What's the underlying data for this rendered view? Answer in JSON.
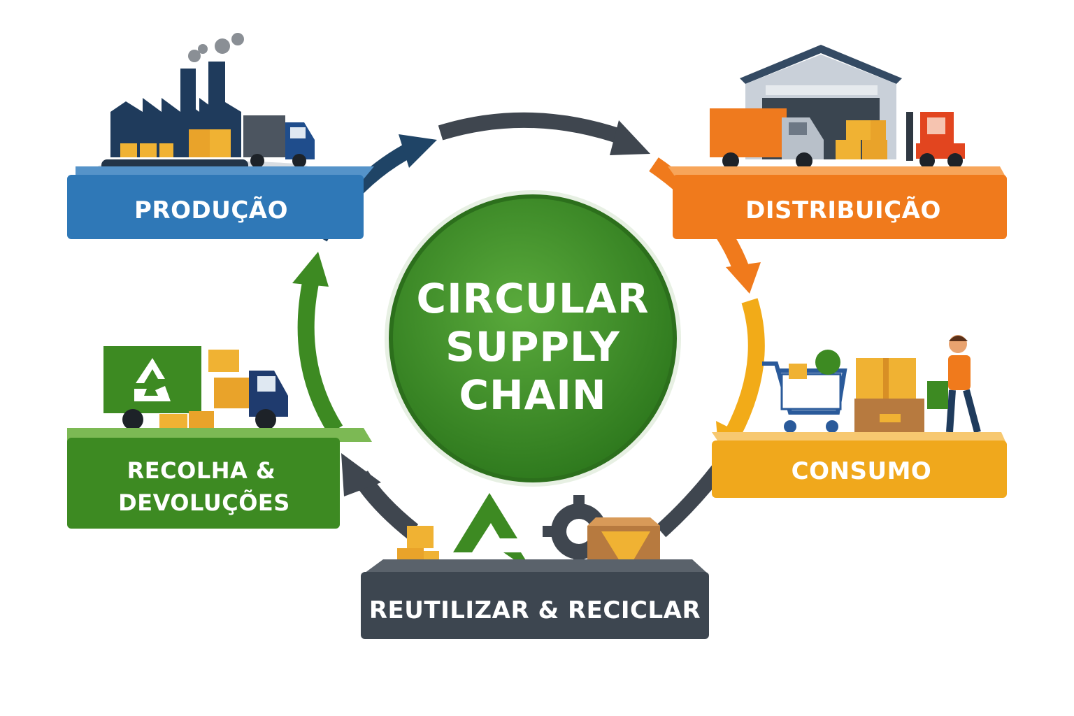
{
  "center": {
    "line1": "CIRCULAR",
    "line2": "SUPPLY",
    "line3": "CHAIN"
  },
  "stages": {
    "producao": {
      "label": "PRODUÇÃO",
      "color": "#2f78b7"
    },
    "distribuicao": {
      "label": "DISTRIBUIÇÃO",
      "color": "#f07a1c"
    },
    "consumo": {
      "label": "CONSUMO",
      "color": "#f0a81c"
    },
    "reutilizar": {
      "label": "REUTILIZAR & RECICLAR",
      "color": "#3d4650"
    },
    "recolha": {
      "line1": "RECOLHA &",
      "line2": "DEVOLUÇÕES",
      "color": "#3d8a22"
    }
  },
  "icons": {
    "producao": "factory-icon",
    "distribuicao": "warehouse-icon",
    "consumo": "shopping-cart-icon",
    "reutilizar": "recycle-icon",
    "recolha": "recycling-truck-icon"
  },
  "colors": {
    "center_fill": "#3d8f2c",
    "arrow_navy": "#1f4466",
    "arrow_gray": "#3f464f",
    "arrow_orange": "#f07a1c",
    "arrow_yellow": "#f2ab18",
    "arrow_green": "#3d8a22"
  }
}
